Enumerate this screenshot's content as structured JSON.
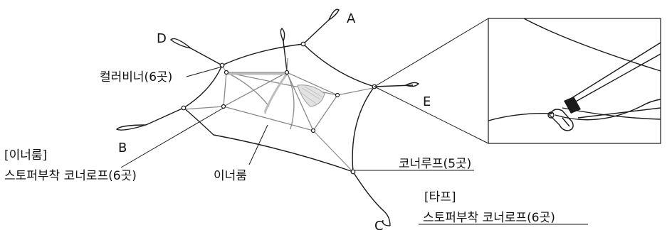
{
  "labels": {
    "point_a": "A",
    "point_b": "B",
    "point_c": "C",
    "point_d": "D",
    "point_e": "E",
    "carabiner": "컬러비너(6곳)",
    "inner_heading": "[이너룸]",
    "inner_stopper": "스토퍼부착 코너로프(6곳)",
    "inner_room": "이너룸",
    "corner_loop": "코너루프(5곳)",
    "tarp_heading": "[타프]",
    "tarp_stopper": "스토퍼부착 코너로프(6곳)"
  },
  "colors": {
    "line": "#1a1a1a",
    "inner_frame": "#8a8a8a",
    "highlight": "#bdbdbd",
    "background": "#ffffff"
  }
}
